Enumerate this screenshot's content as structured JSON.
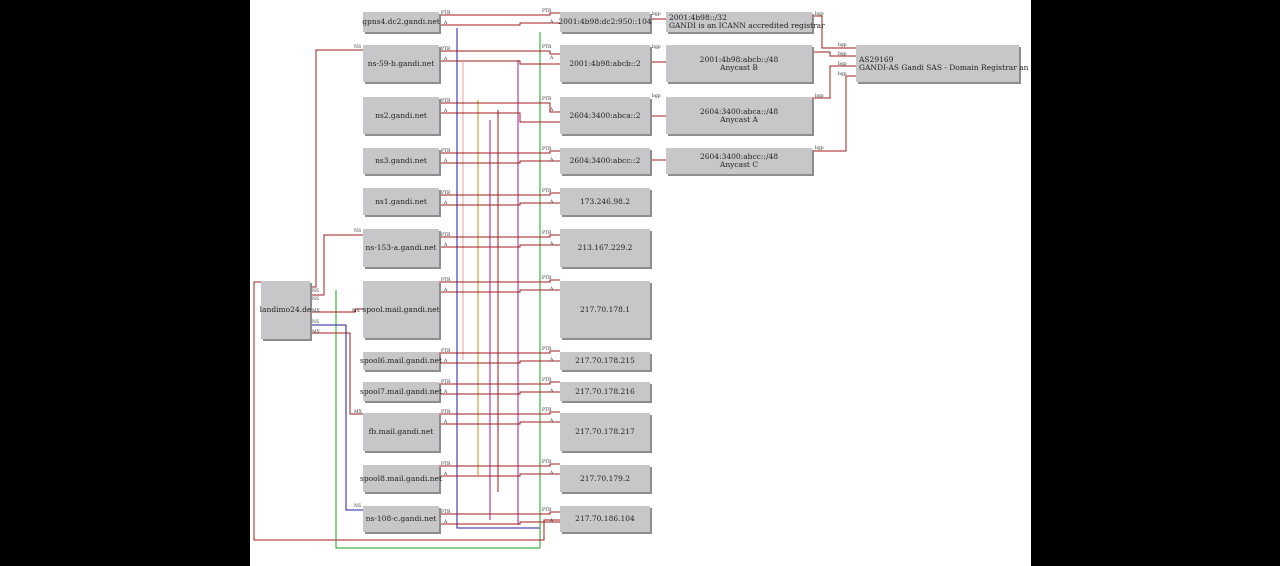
{
  "nodes": {
    "domain": "landimo24.de",
    "ns_gpns4": "gpns4.dc2.gandi.net",
    "ns_59h": "ns-59-b.gandi.net",
    "ns2": "ns2.gandi.net",
    "ns3": "ns3.gandi.net",
    "ns1": "ns1.gandi.net",
    "ns_153": "ns-153-a.gandi.net",
    "spool": "spool.mail.gandi.net",
    "spool6": "spool6.mail.gandi.net",
    "spool7": "spool7.mail.gandi.net",
    "fb": "fb.mail.gandi.net",
    "spool8": "spool8.mail.gandi.net",
    "ns_108": "ns-108-c.gandi.net"
  },
  "ips": {
    "ip1": "2001:4b98:dc2:950::104",
    "ip2": "2001:4b98:abcb::2",
    "ip3": "2604:3400:abca::2",
    "ip4": "2604:3400:abcc::2",
    "ip5": "173.246.98.2",
    "ip6": "213.167.229.2",
    "ip7": "217.70.178.1",
    "ip8": "217.70.178.215",
    "ip9": "217.70.178.216",
    "ip10": "217.70.178.217",
    "ip11": "217.70.179.2",
    "ip12": "217.70.186.104"
  },
  "prefixes": {
    "p1_title": "2001:4b98::/32",
    "p1_desc": "GANDI is an ICANN accredited registrar",
    "p2_title": "2001:4b98:abcb::/48",
    "p2_desc": "Anycast B",
    "p3_title": "2604:3400:abca::/48",
    "p3_desc": "Anycast A",
    "p4_title": "2604:3400:abcc::/48",
    "p4_desc": "Anycast C"
  },
  "asn": {
    "title": "AS29169",
    "desc": "GANDI-AS Gandi SAS - Domain Registrar an"
  },
  "edge_labels": {
    "ns": "NS",
    "mx": "MX",
    "a": "A",
    "ptr": "PTR",
    "bgp": "bgp"
  },
  "colors": {
    "red": "#a01c1c",
    "blue": "#1c1ca0",
    "green": "#1ca01c",
    "purple": "#a01ca0",
    "orange": "#c48a1c",
    "salmon": "#e8a090",
    "box": "#c7c7c9",
    "canvas": "#ffffff",
    "outside": "#000000"
  }
}
